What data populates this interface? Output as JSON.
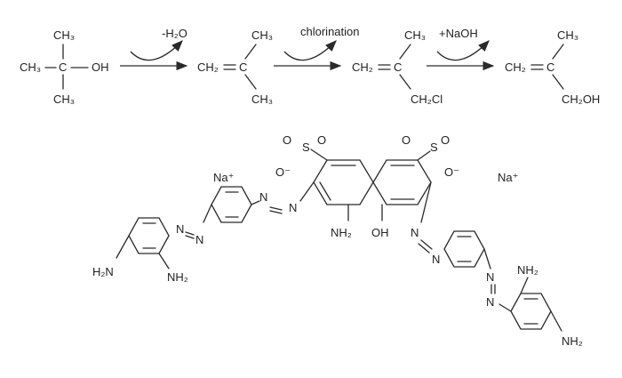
{
  "reaction": {
    "steps": [
      {
        "reagent": "-H₂O"
      },
      {
        "reagent": "chlorination"
      },
      {
        "reagent": "+NaOH"
      }
    ],
    "molecules": [
      {
        "top": "CH₃",
        "left": "CH₃",
        "center": "C",
        "right": "OH",
        "bottom": "CH₃"
      },
      {
        "left": "CH₂",
        "center": "C",
        "top_right": "CH₃",
        "bottom_right": "CH₃"
      },
      {
        "left": "CH₂",
        "center": "C",
        "top_right": "CH₃",
        "bottom_right": "CH₂Cl"
      },
      {
        "left": "CH₂",
        "center": "C",
        "top_right": "CH₃",
        "bottom_right": "CH₂OH"
      }
    ]
  },
  "dye": {
    "counterions": [
      "Na⁺",
      "Na⁺"
    ],
    "sulfonate_left": {
      "o_top_left": "O",
      "o_top_right": "O",
      "s": "S",
      "o_minus": "O⁻"
    },
    "sulfonate_right": {
      "o_top_left": "O",
      "o_top_right": "O",
      "s": "S",
      "o_minus": "O⁻"
    },
    "amino": "NH₂",
    "hydroxy": "OH",
    "azo_n": "N",
    "amine_groups": [
      "H₂N",
      "NH₂",
      "NH₂",
      "NH₂"
    ]
  }
}
